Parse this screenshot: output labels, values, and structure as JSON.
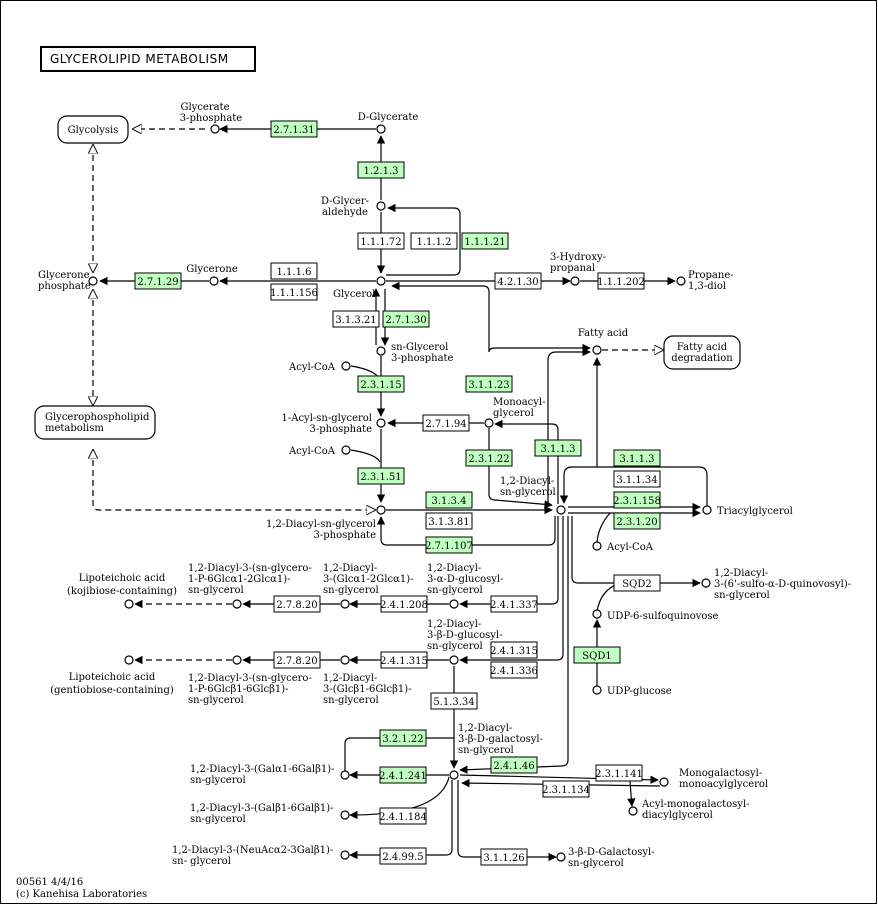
{
  "title": "GLYCEROLIPID METABOLISM",
  "map_info": {
    "id_date": "00561 4/4/16",
    "copyright": "(c) Kanehisa Laboratories"
  },
  "colors": {
    "enzyme_present": "#bfffbf",
    "enzyme_absent": "#ffffff",
    "stroke": "#000000",
    "background": "#ffffff"
  },
  "pathway_links": {
    "glycolysis": "Glycolysis",
    "fatty_acid_degradation": [
      "Fatty acid",
      "degradation"
    ],
    "glycerophospholipid": [
      "Glycerophospholipid",
      "metabolism"
    ]
  },
  "compounds": {
    "glycerate_3p": [
      "Glycerate",
      "3-phosphate"
    ],
    "d_glycerate": "D-Glycerate",
    "d_glyceraldehyde": [
      "D-Glycer-",
      "aldehyde"
    ],
    "glycerone_phosphate": [
      "Glycerone",
      "phosphate"
    ],
    "glycerone": "Glycerone",
    "glycerol": "Glycerol",
    "hydroxypropanal": [
      "3-Hydroxy-",
      "propanal"
    ],
    "propanediol": [
      "Propane-",
      "1,3-diol"
    ],
    "fatty_acid": "Fatty acid",
    "sn_glycerol_3p": [
      "sn-Glycerol",
      "3-phosphate"
    ],
    "acyl_coa_1": "Acyl-CoA",
    "monoacylglycerol": [
      "Monoacyl-",
      "glycerol"
    ],
    "acyl_sn_glycerol_3p": [
      "1-Acyl-sn-glycerol",
      "3-phosphate"
    ],
    "acyl_coa_2": "Acyl-CoA",
    "diacyl_sn_glycerol_3p": [
      "1,2-Diacyl-sn-glycerol",
      "3-phosphate"
    ],
    "diacyl_sn_glycerol": [
      "1,2-Diacyl-",
      "sn-glycerol"
    ],
    "triacylglycerol": "Triacylglycerol",
    "acyl_coa_3": "Acyl-CoA",
    "sulfoquinovosyl": [
      "1,2-Diacyl-",
      "3-(6'-sulfo-α-D-quinovosyl)-",
      "sn-glycerol"
    ],
    "udp_sulfoquinovose": "UDP-6-sulfoquinovose",
    "udp_glucose": "UDP-glucose",
    "lipoteichoic_kojibiose": [
      "Lipoteichoic acid",
      "(kojibiose-containing)"
    ],
    "diacyl_glycerophospho_kojibiose": [
      "1,2-Diacyl-3-(sn-glycero-",
      "1-P-6Glcα1-2Glcα1)-",
      "sn-glycerol"
    ],
    "diacyl_glc_glc": [
      "1,2-Diacyl-",
      "3-(Glcα1-2Glcα1)-",
      "sn-glycerol"
    ],
    "diacyl_alpha_glucosyl": [
      "1,2-Diacyl-",
      "3-α-D-glucosyl-",
      "sn-glycerol"
    ],
    "diacyl_beta_glucosyl": [
      "1,2-Diacyl-",
      "3-β-D-glucosyl-",
      "sn-glycerol"
    ],
    "lipoteichoic_gentiobiose": [
      "Lipoteichoic acid",
      "(gentiobiose-containing)"
    ],
    "diacyl_glycerophospho_gentiobiose": [
      "1,2-Diacyl-3-(sn-glycero-",
      "1-P-6Glcβ1-6Glcβ1)-",
      "sn-glycerol"
    ],
    "diacyl_glcb_glcb": [
      "1,2-Diacyl-",
      "3-(Glcβ1-6Glcβ1)-",
      "sn-glycerol"
    ],
    "diacyl_galactosyl": [
      "1,2-Diacyl-",
      "3-β-D-galactosyl-",
      "sn-glycerol"
    ],
    "diacyl_gala_galb": [
      "1,2-Diacyl-3-(Galα1-6Galβ1)-",
      "sn-glycerol"
    ],
    "diacyl_galb_galb": [
      "1,2-Diacyl-3-(Galβ1-6Galβ1)-",
      "sn-glycerol"
    ],
    "diacyl_neuac_gal": [
      "1,2-Diacyl-3-(NeuAcα2-3Galβ1)-",
      "sn- glycerol"
    ],
    "monogalactosyl_monoacyl": [
      "Monogalactosyl-",
      "monoacylglycerol"
    ],
    "acyl_monogalactosyl": [
      "Acyl-monogalactosyl-",
      "diacylglycerol"
    ],
    "galactosyl_sn_glycerol": [
      "3-β-D-Galactosyl-",
      "sn-glycerol"
    ]
  },
  "enzymes": [
    {
      "id": "e1",
      "label": "2.7.1.31",
      "present": true
    },
    {
      "id": "e2",
      "label": "1.2.1.3",
      "present": true
    },
    {
      "id": "e3",
      "label": "1.1.1.72",
      "present": false
    },
    {
      "id": "e4",
      "label": "1.1.1.2",
      "present": false
    },
    {
      "id": "e5",
      "label": "1.1.1.21",
      "present": true
    },
    {
      "id": "e6",
      "label": "2.7.1.29",
      "present": true
    },
    {
      "id": "e7",
      "label": "1.1.1.6",
      "present": false
    },
    {
      "id": "e8",
      "label": "1.1.1.156",
      "present": false
    },
    {
      "id": "e9",
      "label": "4.2.1.30",
      "present": false
    },
    {
      "id": "e10",
      "label": "1.1.1.202",
      "present": false
    },
    {
      "id": "e11",
      "label": "3.1.3.21",
      "present": false
    },
    {
      "id": "e12",
      "label": "2.7.1.30",
      "present": true
    },
    {
      "id": "e13",
      "label": "2.3.1.15",
      "present": true
    },
    {
      "id": "e14",
      "label": "3.1.1.23",
      "present": true
    },
    {
      "id": "e15",
      "label": "2.7.1.94",
      "present": false
    },
    {
      "id": "e16",
      "label": "3.1.1.3",
      "present": true
    },
    {
      "id": "e17",
      "label": "3.1.1.3",
      "present": true
    },
    {
      "id": "e18",
      "label": "2.3.1.22",
      "present": true
    },
    {
      "id": "e19",
      "label": "3.1.1.34",
      "present": false
    },
    {
      "id": "e20",
      "label": "2.3.1.51",
      "present": true
    },
    {
      "id": "e21",
      "label": "3.1.3.4",
      "present": true
    },
    {
      "id": "e22",
      "label": "2.3.1.158",
      "present": true
    },
    {
      "id": "e23",
      "label": "3.1.3.81",
      "present": false
    },
    {
      "id": "e24",
      "label": "2.3.1.20",
      "present": true
    },
    {
      "id": "e25",
      "label": "2.7.1.107",
      "present": true
    },
    {
      "id": "e26",
      "label": "SQD2",
      "present": false
    },
    {
      "id": "e27",
      "label": "2.7.8.20",
      "present": false
    },
    {
      "id": "e28",
      "label": "2.4.1.208",
      "present": false
    },
    {
      "id": "e29",
      "label": "2.4.1.337",
      "present": false
    },
    {
      "id": "e30",
      "label": "SQD1",
      "present": true
    },
    {
      "id": "e31",
      "label": "2.4.1.315",
      "present": false
    },
    {
      "id": "e32",
      "label": "2.7.8.20",
      "present": false
    },
    {
      "id": "e33",
      "label": "2.4.1.315",
      "present": false
    },
    {
      "id": "e34",
      "label": "2.4.1.336",
      "present": false
    },
    {
      "id": "e35",
      "label": "5.1.3.34",
      "present": false
    },
    {
      "id": "e36",
      "label": "3.2.1.22",
      "present": true
    },
    {
      "id": "e37",
      "label": "2.4.1.46",
      "present": true
    },
    {
      "id": "e38",
      "label": "2.4.1.241",
      "present": true
    },
    {
      "id": "e39",
      "label": "2.3.1.141",
      "present": false
    },
    {
      "id": "e40",
      "label": "2.3.1.134",
      "present": false
    },
    {
      "id": "e41",
      "label": "2.4.1.184",
      "present": false
    },
    {
      "id": "e42",
      "label": "2.4.99.5",
      "present": false
    },
    {
      "id": "e43",
      "label": "3.1.1.26",
      "present": false
    }
  ]
}
